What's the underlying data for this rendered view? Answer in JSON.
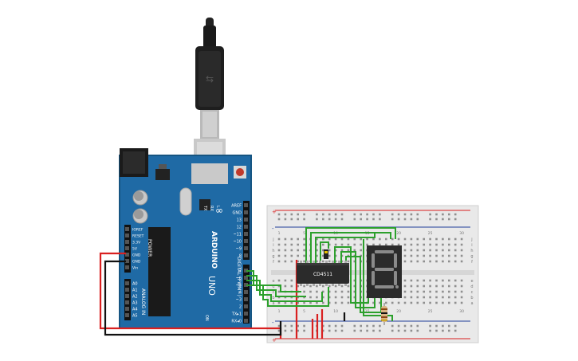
{
  "arduino": {
    "brand": "ARDUINO",
    "model": "UNO",
    "on_label": "ON",
    "tx_label": "TX",
    "rx_label": "RX",
    "l_label": "L",
    "power_title": "POWER",
    "analog_title": "ANALOG IN",
    "digital_title": "DIGITAL (PWM~)",
    "power_pins": [
      "IOREF",
      "RESET",
      "3.3V",
      "5V",
      "GND",
      "GND",
      "Vin"
    ],
    "analog_pins": [
      "A0",
      "A1",
      "A2",
      "A3",
      "A4",
      "A5"
    ],
    "digital_top": [
      "AREF",
      "GND",
      "13",
      "12",
      "~11",
      "~10",
      "~9",
      "8"
    ],
    "digital_bottom": [
      "7",
      "~6",
      "~5",
      "4",
      "~3",
      "2",
      "TX▸1",
      "RX◂0"
    ]
  },
  "ic": {
    "label": "CD4511"
  },
  "display": {
    "digit": "8"
  },
  "breadboard": {
    "column_numbers": [
      "1",
      "5",
      "10",
      "15",
      "20",
      "25",
      "30"
    ],
    "row_letters_top": [
      "j",
      "i",
      "h",
      "g",
      "f"
    ],
    "row_letters_bottom": [
      "e",
      "d",
      "c",
      "b",
      "a"
    ],
    "plus": "+",
    "minus": "-"
  },
  "colors": {
    "board_blue": "#1f6aa5",
    "wire_green": "#2ca02c",
    "wire_red": "#d92020",
    "wire_black": "#111111",
    "breadboard": "#e9e9e9"
  }
}
